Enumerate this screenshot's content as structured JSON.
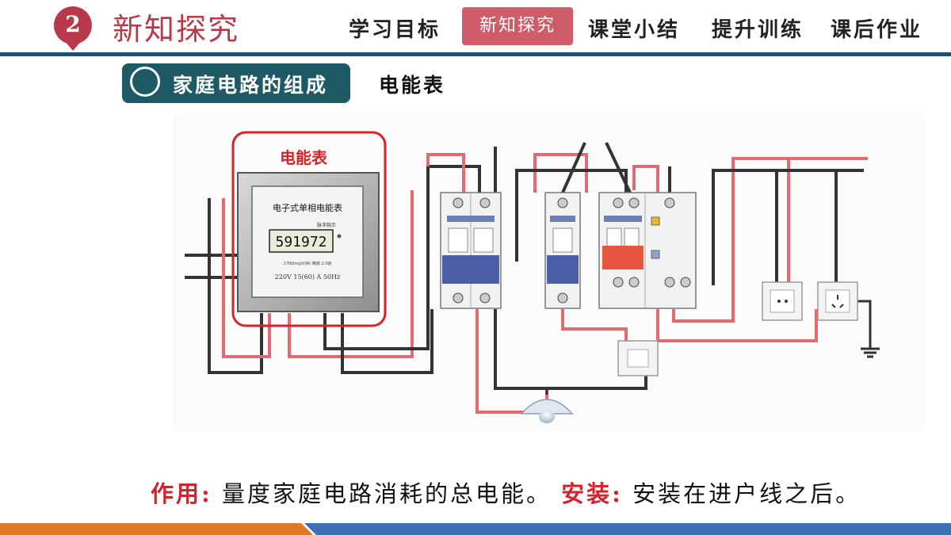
{
  "header": {
    "section_number": "2",
    "section_title": "新知探究",
    "nav": [
      {
        "label": "学习目标"
      },
      {
        "label": "新知探究",
        "active": true
      },
      {
        "label": "课堂小结"
      },
      {
        "label": "提升训练"
      },
      {
        "label": "课后作业"
      }
    ]
  },
  "subheader": {
    "topic": "家庭电路的组成",
    "subtopic": "电能表"
  },
  "diagram": {
    "meter_callout": "电能表",
    "meter_title": "电子式单相电能表",
    "meter_reading": "591972",
    "meter_small_label": "脉冲指示",
    "meter_fine_print": "1760imp/kWh  精度:2.0级",
    "meter_rating": "220V  15(60) A  50Hz"
  },
  "caption": {
    "function_label": "作用:",
    "function_text": "量度家庭电路消耗的总电能。",
    "install_label": "安装:",
    "install_text": "安装在进户线之后。"
  },
  "colors": {
    "brand_red": "#b8394a",
    "nav_active_bg": "#cf5d69",
    "navy": "#1f4e79",
    "teal": "#1d5a66",
    "wire_red": "#e26b72",
    "wire_dark": "#333333",
    "callout_red": "#d4232a",
    "footer_orange": "#e07a2b",
    "footer_blue": "#3f6fb5"
  }
}
